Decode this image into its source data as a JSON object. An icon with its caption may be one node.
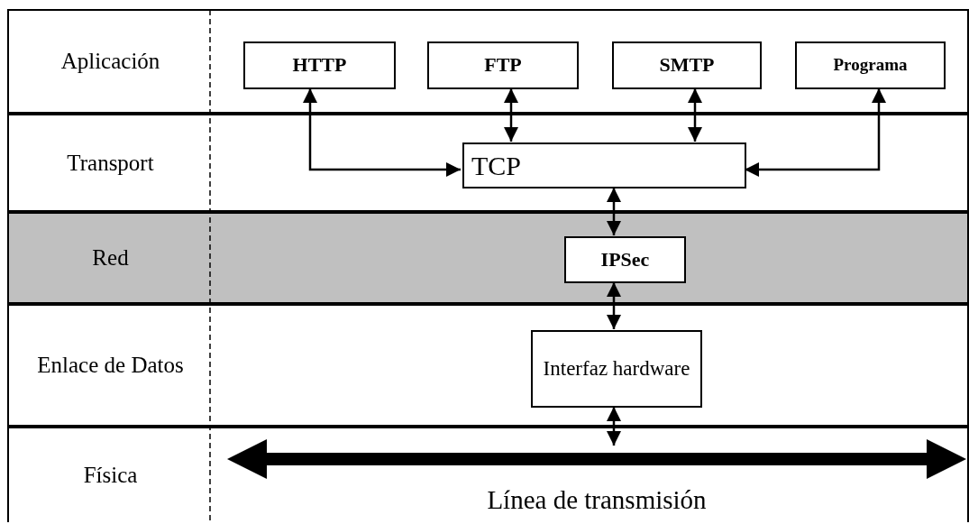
{
  "diagram": {
    "nodes": [
      {
        "text": [
          "Aplicación"
        ]
      },
      {
        "text": [
          "Transport"
        ]
      },
      {
        "text": [
          "Red"
        ]
      },
      {
        "text": [
          "Enlace de Datos"
        ]
      },
      {
        "text": [
          "Física"
        ]
      },
      {
        "text": [
          "HTTP"
        ],
        "in": 0
      },
      {
        "text": [
          "FTP"
        ],
        "in": 0
      },
      {
        "text": [
          "SMTP"
        ],
        "in": 0
      },
      {
        "text": [
          "Programa"
        ],
        "in": 0
      },
      {
        "text": [
          "TCP"
        ],
        "in": 1
      },
      {
        "text": [
          "IPSec"
        ],
        "in": 2
      },
      {
        "text": [
          "Interfaz hardware"
        ],
        "in": 3
      },
      {
        "text": [
          "Línea de transmisión"
        ],
        "in": 4
      }
    ],
    "edges": [
      {
        "from": 5,
        "to": 9,
        "arrow": "both"
      },
      {
        "from": 6,
        "to": 9,
        "arrow": "both"
      },
      {
        "from": 7,
        "to": 9,
        "arrow": "both"
      },
      {
        "from": 8,
        "to": 9,
        "arrow": "both"
      },
      {
        "from": 9,
        "to": 10,
        "arrow": "both"
      },
      {
        "from": 10,
        "to": 11,
        "arrow": "both"
      },
      {
        "from": 11,
        "to": 12,
        "arrow": "both"
      }
    ]
  }
}
